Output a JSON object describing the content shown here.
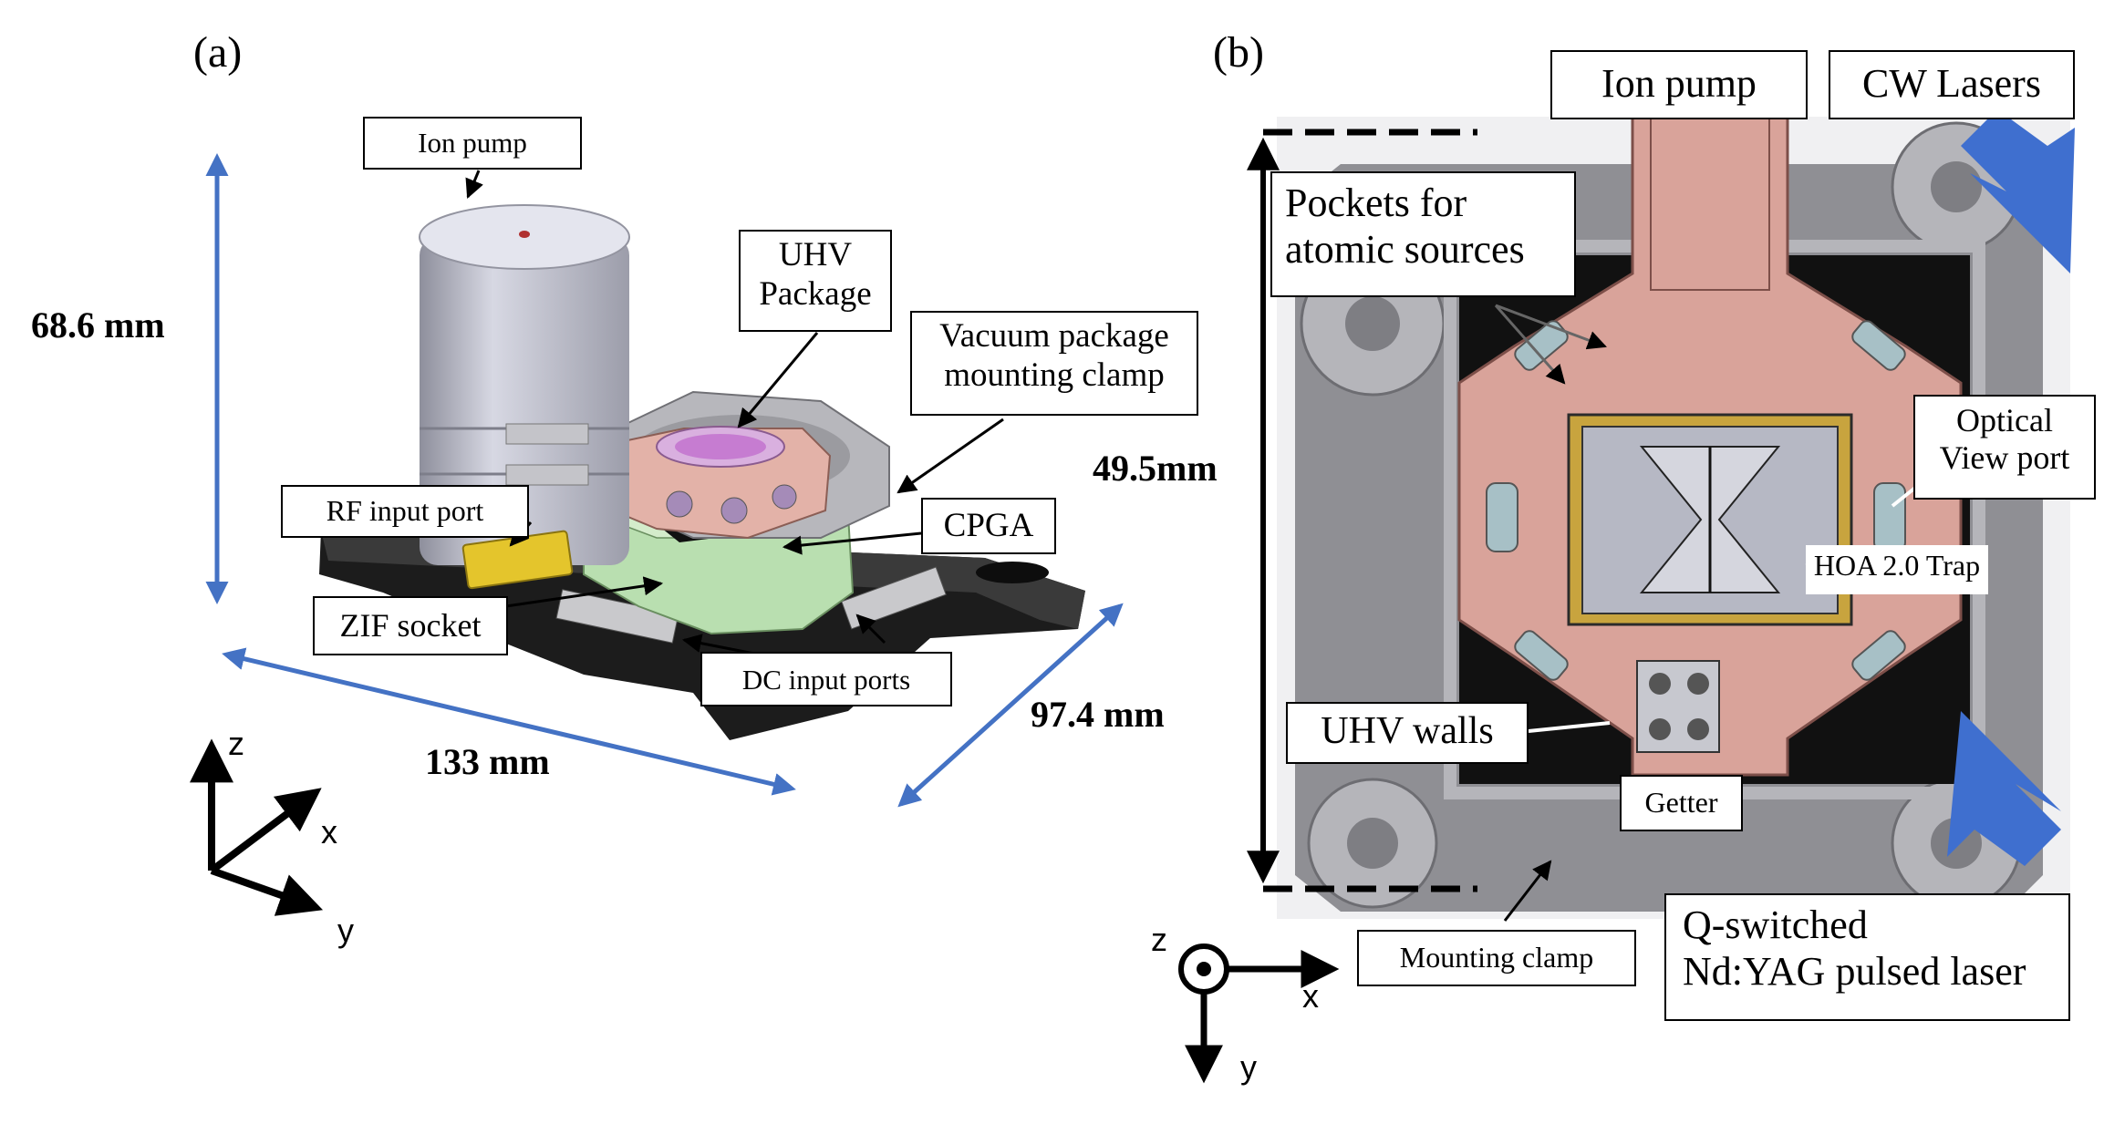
{
  "panel_a": {
    "tag": "(a)",
    "labels": {
      "ion_pump": "Ion pump",
      "uhv_package_line1": "UHV",
      "uhv_package_line2": "Package",
      "clamp_line1": "Vacuum package",
      "clamp_line2": "mounting clamp",
      "rf_port": "RF input port",
      "cpga": "CPGA",
      "zif_socket": "ZIF socket",
      "dc_ports": "DC input ports"
    },
    "dimensions": {
      "height": "68.6 mm",
      "length": "133 mm",
      "width": "97.4 mm"
    },
    "axes": {
      "z": "z",
      "x": "x",
      "y": "y"
    }
  },
  "panel_b": {
    "tag": "(b)",
    "labels": {
      "ion_pump": "Ion pump",
      "cw_lasers": "CW Lasers",
      "pockets_line1": "Pockets for",
      "pockets_line2": "atomic sources",
      "optical_line1": "Optical",
      "optical_line2": "View port",
      "trap": "HOA 2.0 Trap",
      "uhv_walls": "UHV walls",
      "getter": "Getter",
      "mounting_clamp": "Mounting clamp",
      "pulsed_line1": "Q-switched",
      "pulsed_line2": "Nd:YAG pulsed laser"
    },
    "dimensions": {
      "height": "49.5mm"
    },
    "axes": {
      "z": "z",
      "x": "x",
      "y": "y"
    }
  },
  "colors": {
    "dimension_arrow": "#4472c4",
    "laser_arrow": "#3f6fcf",
    "copper": "#d9a39a",
    "gray_metal": "#a8a8ad",
    "green_socket": "#b9dfb0"
  }
}
